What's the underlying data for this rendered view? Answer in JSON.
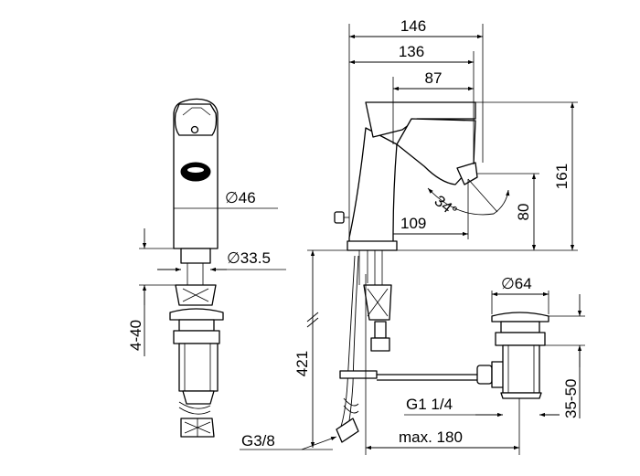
{
  "dimensions": {
    "d146": "146",
    "d136": "136",
    "d87": "87",
    "d161": "161",
    "d80": "80",
    "d34": "34°",
    "d109": "109",
    "d421": "421",
    "g38": "G3/8",
    "max180": "max. 180",
    "g114": "G1 1/4",
    "d35_50": "35-50",
    "dia64": "∅64",
    "dia46": "∅46",
    "dia33": "∅33.5",
    "d4_40": "4-40"
  },
  "colors": {
    "line": "#000000",
    "background": "#ffffff"
  }
}
